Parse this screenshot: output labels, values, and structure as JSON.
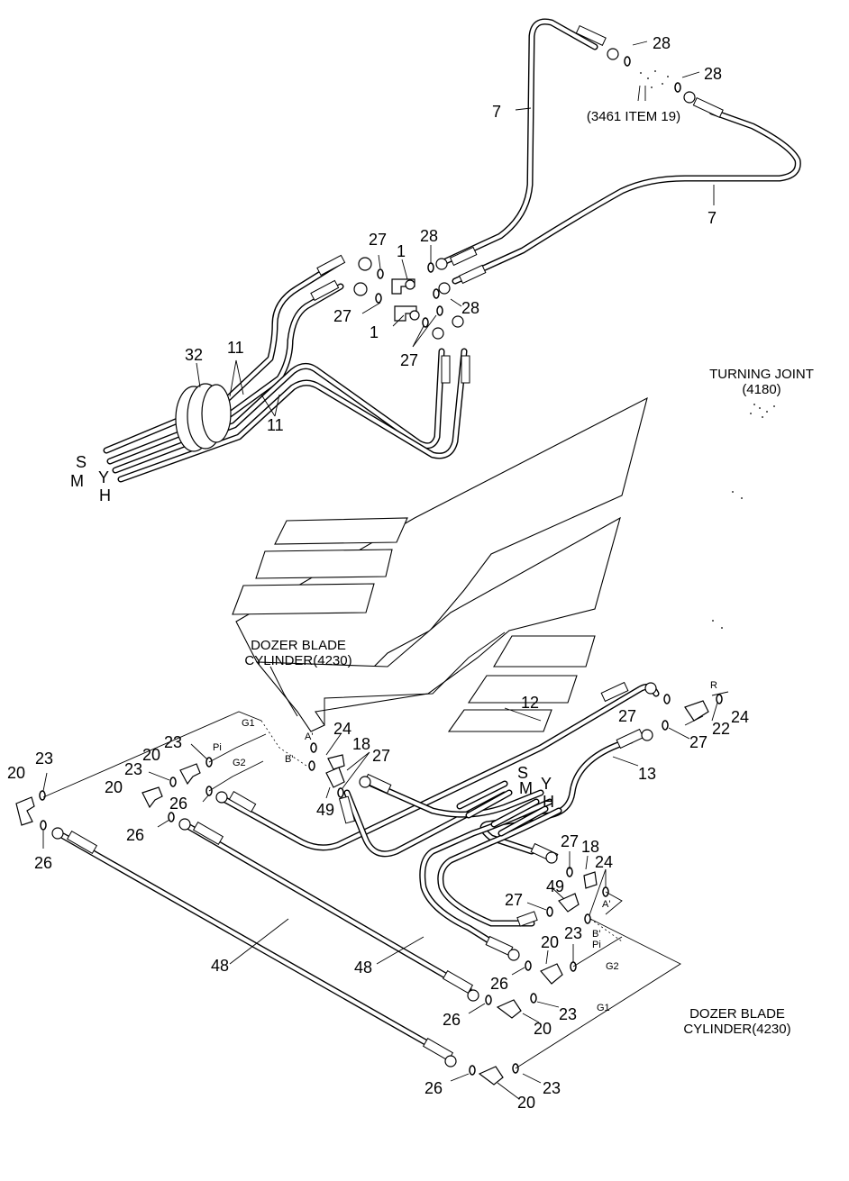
{
  "notes": {
    "turning_joint": [
      "TURNING JOINT",
      "(4180)"
    ],
    "item_ref": "(3461 ITEM 19)",
    "dozer_blade_top": [
      "DOZER BLADE",
      "CYLINDER(4230)"
    ],
    "dozer_blade_bottom": [
      "DOZER BLADE",
      "CYLINDER(4230)"
    ]
  },
  "parts": {
    "p1": "1",
    "p7": "7",
    "p11": "11",
    "p12": "12",
    "p13": "13",
    "p18": "18",
    "p20": "20",
    "p22": "22",
    "p23": "23",
    "p24": "24",
    "p26": "26",
    "p27": "27",
    "p28": "28",
    "p32": "32",
    "p48": "48",
    "p49": "49"
  },
  "ports": {
    "S": "S",
    "M": "M",
    "Y": "Y",
    "H": "H",
    "G1": "G1",
    "G2": "G2",
    "Pi": "Pi",
    "A_prime": "A'",
    "B_prime": "B'",
    "R": "R"
  }
}
